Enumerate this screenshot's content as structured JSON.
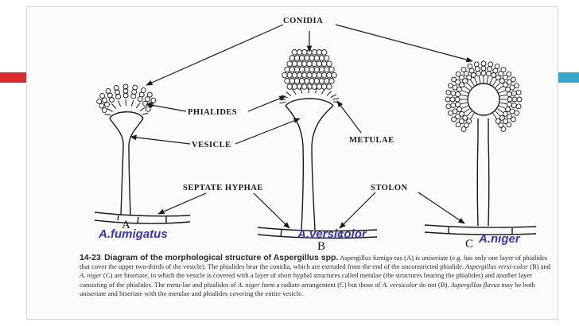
{
  "colors": {
    "accent_left": "#d92b2b",
    "accent_right": "#3aa7c9",
    "species_label": "#3a36b8",
    "ink": "#1a1a1a"
  },
  "labels": {
    "conidia": "CONIDIA",
    "phialides": "PHIALIDES",
    "vesicle": "VESICLE",
    "metulae": "METULAE",
    "septate_hyphae": "SEPTATE HYPHAE",
    "stolon": "STOLON"
  },
  "letters": {
    "a": "A",
    "b": "B",
    "c": "C"
  },
  "species": {
    "a": "A.fumigatus",
    "b": "A.versicolor",
    "c": "A.niger"
  },
  "caption": {
    "number": "14-23",
    "heading": "Diagram of the morphological structure of Aspergillus spp.",
    "t1": " Aspergillus fumiga-tus (A) is uniseriate (e.g. has only one layer of phialides that cover the upper two-thirds of the vesicle). The phialides bear the conidia, which are extruded from the end of the unconstricted phialide. ",
    "t2": "Aspergillus versi-color",
    "t3": " (B) and ",
    "t4": "A. niger",
    "t5": " (C) are biseriate, in which the vesicle is covered with a layer of short hyphal structures called metulae (the structures bearing the phialides) and another layer consisting of the phialides. The metu-lae and phialides of ",
    "t6": "A. niger",
    "t7": " form a radiate arrangement (C) but those of ",
    "t8": "A. versicolor",
    "t9": " do not (B). ",
    "t10": "Aspergillus flavus",
    "t11": " may be both uniseriate and biseriate with the metulae and phialides covering the entire vesicle."
  }
}
